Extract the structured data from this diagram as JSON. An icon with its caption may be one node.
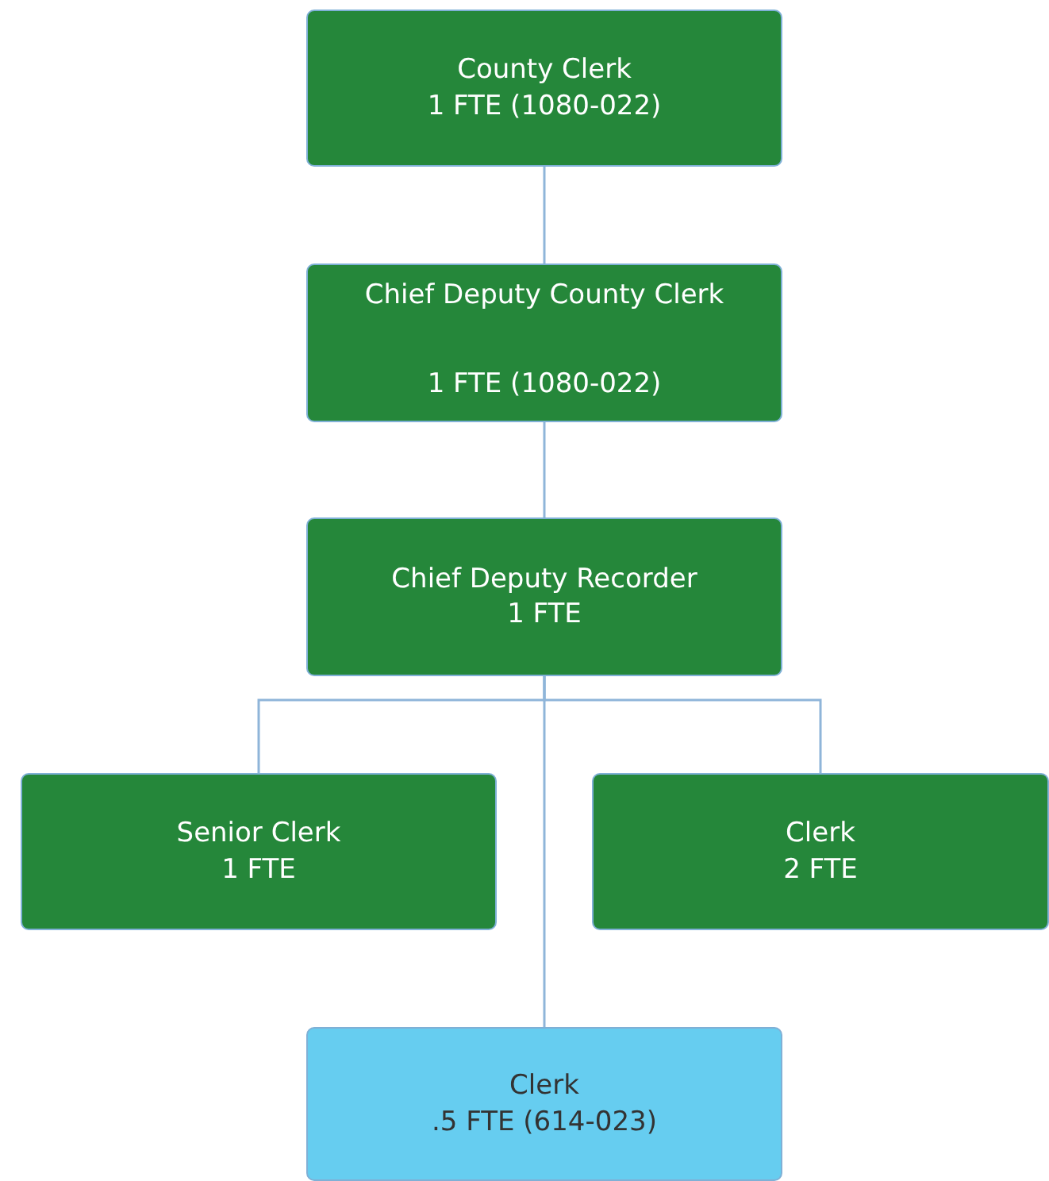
{
  "diagram": {
    "nodes": [
      {
        "text": [
          "County Clerk",
          "1 FTE (1080-022)"
        ]
      },
      {
        "text": [
          "Chief Deputy County Clerk",
          "1 FTE (1080-022)"
        ]
      },
      {
        "text": [
          "Chief Deputy Recorder",
          "1 FTE"
        ]
      },
      {
        "text": [
          "Senior Clerk",
          "1 FTE"
        ]
      },
      {
        "text": [
          "Clerk",
          "2 FTE"
        ]
      },
      {
        "text": [
          "Clerk",
          ".5 FTE (614-023)"
        ]
      }
    ],
    "edges": [
      {
        "from": 0,
        "to": 1,
        "arrow": "none"
      },
      {
        "from": 1,
        "to": 2,
        "arrow": "none"
      },
      {
        "from": 2,
        "to": 3,
        "arrow": "none"
      },
      {
        "from": 2,
        "to": 4,
        "arrow": "none"
      },
      {
        "from": 2,
        "to": 5,
        "arrow": "none"
      }
    ]
  }
}
